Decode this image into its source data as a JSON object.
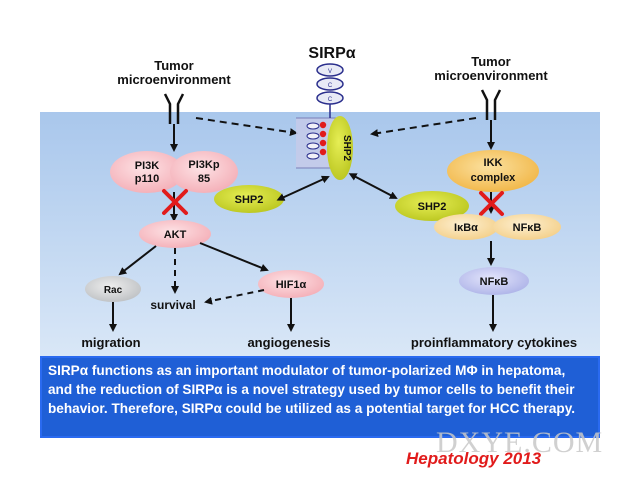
{
  "title": "SIRPα",
  "env_left": [
    "Tumor",
    "microenvironment"
  ],
  "env_right": [
    "Tumor",
    "microenvironment"
  ],
  "nodes": {
    "pi3k_p110": [
      "PI3K",
      "p110"
    ],
    "pi3k_p85": [
      "PI3Kp",
      "85"
    ],
    "shp2_left": "SHP2",
    "shp2_membrane": "SHP2",
    "shp2_right": "SHP2",
    "akt": "AKT",
    "rac": "Rac",
    "survival": "survival",
    "hif1a": "HIF1α",
    "ikk": [
      "IKK",
      "complex"
    ],
    "ikba": "IκBα",
    "nfkb_complex": "NFκB",
    "nfkb": "NFκB"
  },
  "outcomes": {
    "migration": "migration",
    "angiogenesis": "angiogenesis",
    "cytokines": "proinflammatory cytokines"
  },
  "receptor_domain_labels": [
    "V",
    "C",
    "C"
  ],
  "caption": "SIRPα functions as an important modulator of tumor-polarized MΦ in hepatoma, and the reduction of SIRPα is a novel strategy used by tumor cells to benefit their behavior. Therefore, SIRPα could be utilized as a potential target for HCC therapy.",
  "journal": "Hepatology 2013",
  "watermark": "DXYE.COM",
  "colors": {
    "cytoplasm": "#bcd4f0",
    "pi3k": "#f6bcc2",
    "shp2": "#ccd72a",
    "akt": "#f6bcc2",
    "rac": "#d2d4d6",
    "hif": "#f6bcc2",
    "ikk": "#f5c75e",
    "ikb": "#f7dca0",
    "nfkb": "#c4c8ee",
    "inhibit": "#e11b1b",
    "caption_bg": "#1f5fd6"
  }
}
